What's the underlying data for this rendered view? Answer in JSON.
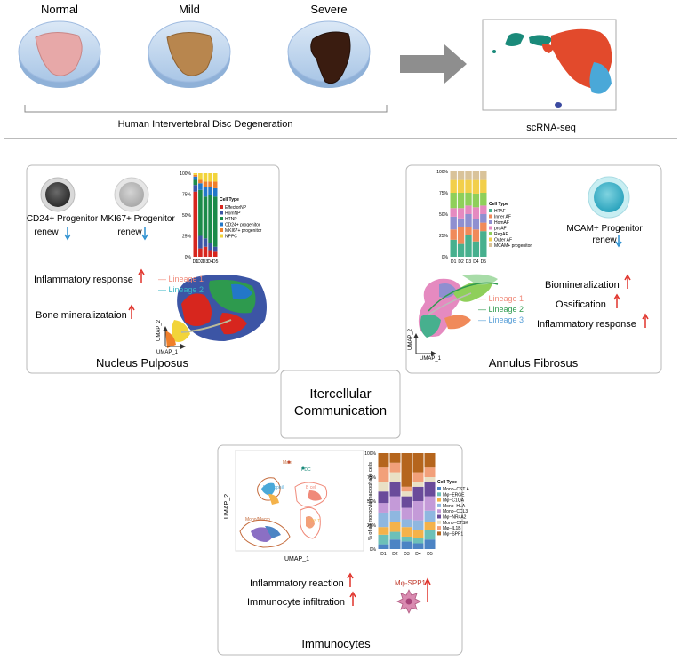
{
  "top": {
    "stages": [
      "Normal",
      "Mild",
      "Severe"
    ],
    "bracket_label": "Human Intervertebral Disc Degeneration",
    "scrna_label": "scRNA-seq"
  },
  "np": {
    "title": "Nucleus Pulposus",
    "progenitor1": "CD24+ Progenitor",
    "progenitor2": "MKI67+ Progenitor",
    "renew": "renew",
    "chart_ticks": [
      "100%",
      "75%",
      "50%",
      "25%",
      "0%"
    ],
    "chart_x": [
      "D1",
      "D2",
      "D3",
      "D4",
      "D5"
    ],
    "legend_title": "Cell Type",
    "legend": [
      "EffectorNP",
      "HomNP",
      "HTNP",
      "CD24+ progenitor",
      "MKI67+ progenitor",
      "NPPC"
    ],
    "inflammatory": "Inflammatory response",
    "bone": "Bone mineralizataion",
    "lineage1": "Lineage 1",
    "lineage2": "Lineage 2",
    "umap1": "UMAP_1",
    "umap2": "UMAP_2"
  },
  "af": {
    "title": "Annulus Fibrosus",
    "progenitor": "MCAM+ Progenitor",
    "renew": "renew",
    "chart_ticks": [
      "100%",
      "75%",
      "50%",
      "25%",
      "0%"
    ],
    "chart_x": [
      "D1",
      "D2",
      "D3",
      "D4",
      "D5"
    ],
    "legend_title": "Cell Type",
    "legend": [
      "HTAF",
      "Inner AF",
      "HomAF",
      "proAF",
      "RegAF",
      "Outer AF",
      "MCAM+ progenitor"
    ],
    "biomin": "Biomineralization",
    "ossification": "Ossification",
    "inflammatory": "Inflammatory response",
    "lineage1": "Lineage 1",
    "lineage2": "Lineage 2",
    "lineage3": "Lineage 3",
    "umap1": "UMAP_1",
    "umap2": "UMAP_2"
  },
  "center": {
    "line1": "Itercellular",
    "line2": "Communication"
  },
  "imm": {
    "title": "Immunocytes",
    "umap1": "UMAP_1",
    "umap2": "UMAP_2",
    "clusters": [
      "Mast",
      "PDC",
      "Neutrophil",
      "B cell",
      "Mono/Macro",
      "CD8 T"
    ],
    "ylabel": "% of all monocyte/macrophage cells",
    "chart_ticks": [
      "100%",
      "75%",
      "50%",
      "25%",
      "0%"
    ],
    "chart_x": [
      "D1",
      "D2",
      "D3",
      "D4",
      "D5"
    ],
    "legend_title": "Cell Type",
    "legend": [
      "Mono−CST A",
      "Mφ−ERGE",
      "Mφ−C1QA",
      "Mono−HLA",
      "Mono−CCL3",
      "Mφ−NR4A2",
      "Mono−CTSK",
      "Mφ−IL1B",
      "Mφ−SPP1"
    ],
    "inflammatory": "Inflammatory reaction",
    "infiltration": "Immunocyte infiltration",
    "spp1": "Mφ-SPP1"
  },
  "colors": {
    "up_arrow": "#e0322a",
    "down_arrow": "#2a8fd0",
    "np_legend": [
      "#d7261e",
      "#3c55a5",
      "#1b8a4a",
      "#2377c8",
      "#f07f2a",
      "#f2d43a"
    ],
    "af_legend": [
      "#47b08e",
      "#f08a5a",
      "#8f8fd0",
      "#e58ac0",
      "#8fcf5a",
      "#f2cf4a",
      "#d9c39a"
    ],
    "imm_legend": [
      "#4c84c4",
      "#6cc0b8",
      "#f4b24a",
      "#8fb7e0",
      "#c49ad8",
      "#6a4b9a",
      "#e9e0c5",
      "#f2a07a",
      "#b5651d"
    ]
  }
}
